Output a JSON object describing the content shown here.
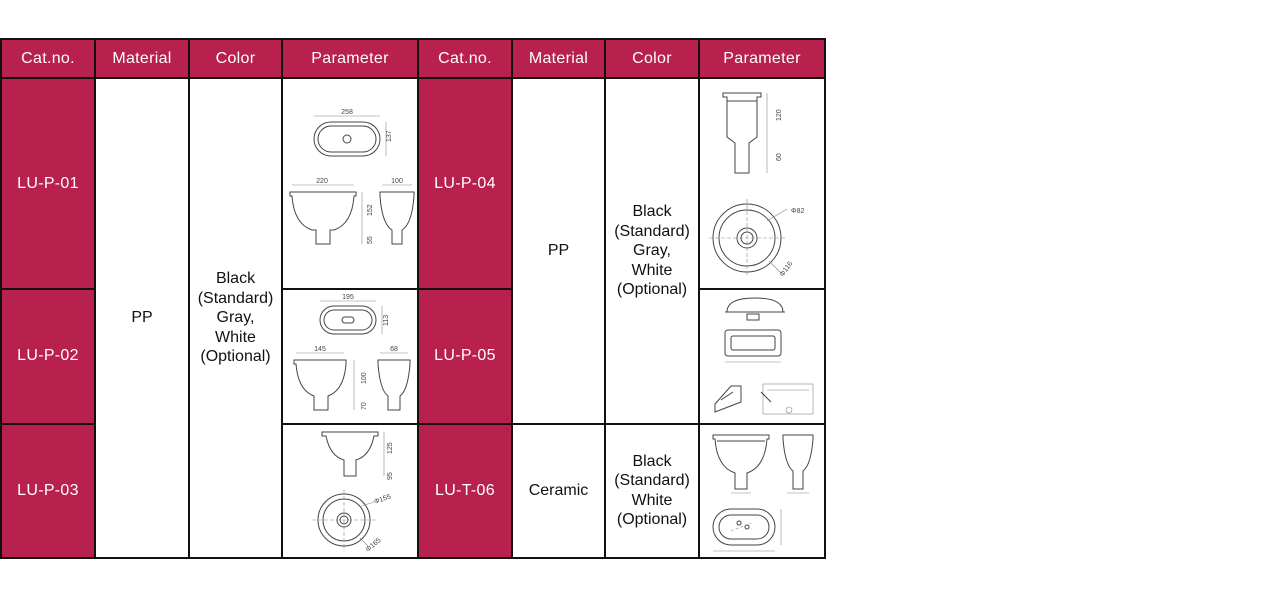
{
  "headers": [
    "Cat.no.",
    "Material",
    "Color",
    "Parameter",
    "Cat.no.",
    "Material",
    "Color",
    "Parameter"
  ],
  "left": {
    "material": "PP",
    "color_lines": [
      "Black",
      "(Standard)",
      "Gray,",
      "White",
      "(Optional)"
    ],
    "rows": [
      {
        "cat": "LU-P-01",
        "dims": {
          "top_w": "258",
          "top_h": "137",
          "side_w": "220",
          "side_d": "100",
          "h1": "152",
          "h2": "55"
        }
      },
      {
        "cat": "LU-P-02",
        "dims": {
          "top_w": "195",
          "top_h": "113",
          "side_w": "145",
          "side_d": "68",
          "h1": "100",
          "h2": "70"
        }
      },
      {
        "cat": "LU-P-03",
        "dims": {
          "h1": "125",
          "h2": "95",
          "d1": "Φ155",
          "d2": "Φ165"
        }
      }
    ]
  },
  "right": {
    "pp_material": "PP",
    "pp_color_lines": [
      "Black",
      "(Standard)",
      "Gray,",
      "White",
      "(Optional)"
    ],
    "rows": [
      {
        "cat": "LU-P-04",
        "dims": {
          "h1": "120",
          "h2": "60",
          "d1": "Φ82",
          "d2": "Φ116"
        }
      },
      {
        "cat": "LU-P-05"
      },
      {
        "cat": "LU-T-06",
        "material": "Ceramic",
        "color_lines": [
          "Black",
          "(Standard)",
          "White",
          "(Optional)"
        ]
      }
    ]
  }
}
